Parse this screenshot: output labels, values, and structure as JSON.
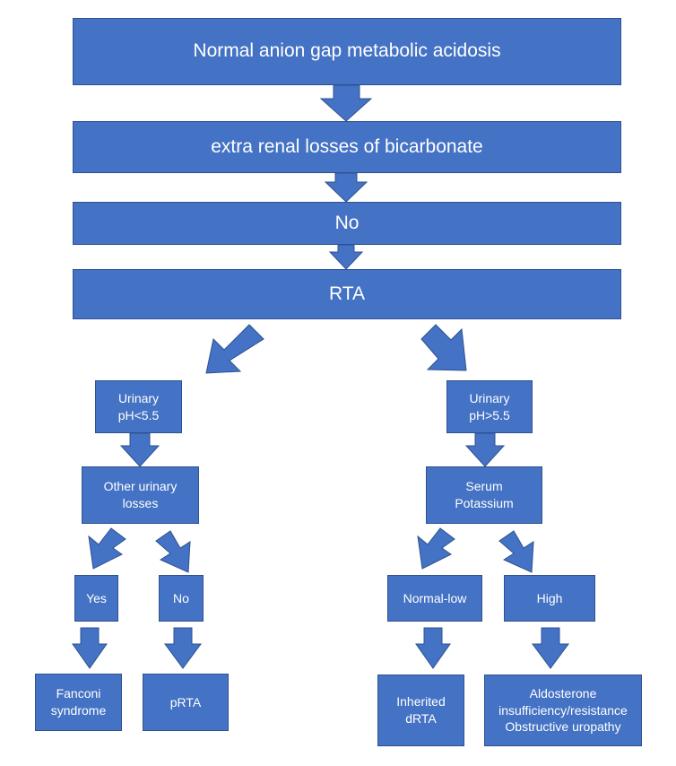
{
  "flowchart": {
    "start": "Normal anion gap metabolic acidosis",
    "step2": "extra renal losses of bicarbonate",
    "step3": "No",
    "step4": "RTA",
    "left": {
      "ph": [
        "Urinary",
        "pH<5.5"
      ],
      "other": [
        "Other urinary",
        "losses"
      ],
      "yes": "Yes",
      "no": "No",
      "fanconi": [
        "Fanconi",
        "syndrome"
      ],
      "prta": "pRTA"
    },
    "right": {
      "ph": [
        "Urinary",
        "pH>5.5"
      ],
      "serum": [
        "Serum",
        "Potassium"
      ],
      "normal_low": "Normal-low",
      "high": "High",
      "inherited": [
        "Inherited",
        "dRTA"
      ],
      "aldosterone": [
        "Aldosterone",
        "insufficiency/resistance",
        "Obstructive uropathy"
      ]
    }
  },
  "colors": {
    "box_fill": "#4472C4",
    "box_border": "#2F528F",
    "text": "#FFFFFF"
  }
}
